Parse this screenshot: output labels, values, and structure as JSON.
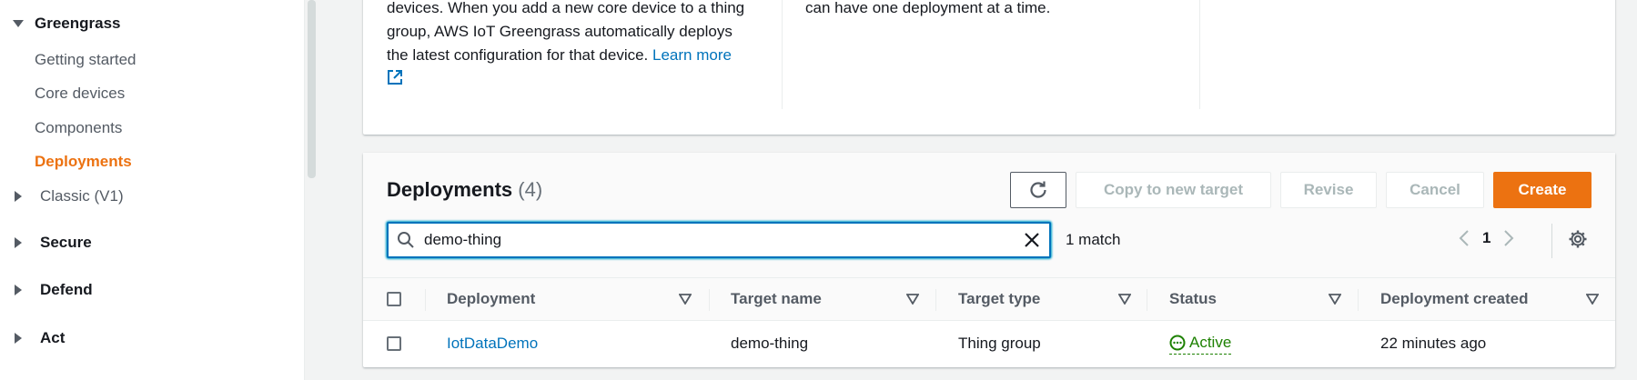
{
  "sidebar": {
    "greengrass": "Greengrass",
    "items": [
      "Getting started",
      "Core devices",
      "Components",
      "Deployments"
    ],
    "classic": "Classic (V1)",
    "secure": "Secure",
    "defend": "Defend",
    "act": "Act"
  },
  "info": {
    "col1_lines": [
      "devices. When you add a new core device to a thing",
      "group, AWS IoT Greengrass automatically deploys",
      "the latest configuration for that device. "
    ],
    "learn_more": "Learn more",
    "col2_line": "can have one deployment at a time."
  },
  "deployments": {
    "title": "Deployments",
    "count": "(4)",
    "buttons": {
      "copy": "Copy to new target",
      "revise": "Revise",
      "cancel": "Cancel",
      "create": "Create"
    },
    "search": {
      "value": "demo-thing"
    },
    "match": "1 match",
    "page": "1",
    "columns": [
      "Deployment",
      "Target name",
      "Target type",
      "Status",
      "Deployment created"
    ],
    "rows": [
      {
        "deployment": "IotDataDemo",
        "target_name": "demo-thing",
        "target_type": "Thing group",
        "status": "Active",
        "created": "22 minutes ago"
      }
    ]
  },
  "colors": {
    "accent": "#ec7211",
    "link": "#0073bb",
    "success": "#1d8102"
  }
}
